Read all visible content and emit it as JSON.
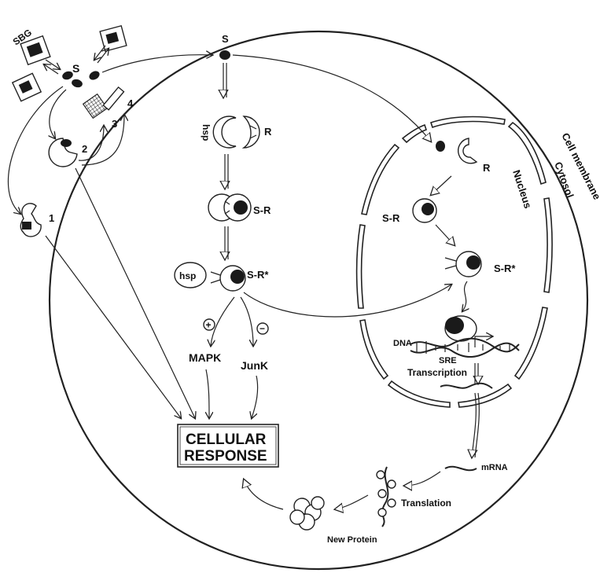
{
  "colors": {
    "ink": "#222222",
    "background": "#ffffff"
  },
  "labels": {
    "sbg": "SBG",
    "s_outside": "S",
    "s_cytosol": "S",
    "mech1": "1",
    "mech2": "2",
    "mech3": "3",
    "mech4": "4",
    "hsp_complex": "hsp",
    "r_cytosol": "R",
    "sr_cytosol": "S-R",
    "hsp_free": "hsp",
    "sr_active_cytosol": "S-R*",
    "plus_sign": "+",
    "minus_sign": "−",
    "mapk": "MAPK",
    "junk": "JunK",
    "cellular_response_line1": "CELLULAR",
    "cellular_response_line2": "RESPONSE",
    "r_nucleus": "R",
    "sr_nucleus": "S-R",
    "sr_active_nucleus": "S-R*",
    "dna": "DNA",
    "sre": "SRE",
    "transcription": "Transcription",
    "mrna": "mRNA",
    "translation": "Translation",
    "new_protein": "New Protein",
    "nucleus": "Nucleus",
    "cytosol": "Cytosol",
    "cell_membrane": "Cell membrane"
  }
}
